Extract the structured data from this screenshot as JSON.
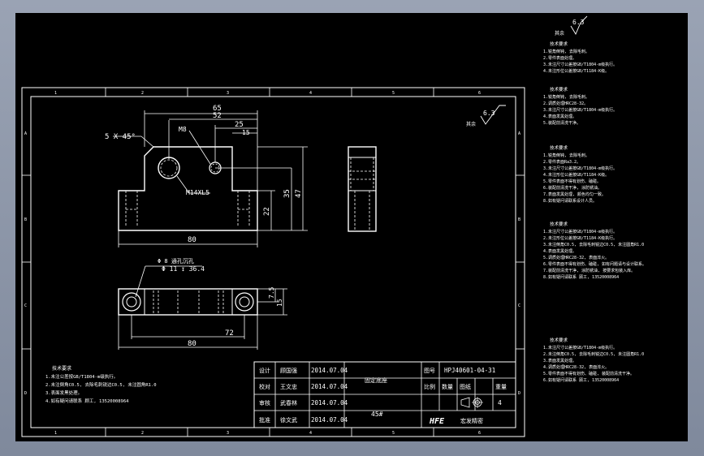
{
  "title_block": {
    "designer_role": "设计",
    "designer_name": "顾国强",
    "checker_role": "校对",
    "checker_name": "王文忠",
    "reviewer_role": "审核",
    "reviewer_name": "武春林",
    "approver_role": "批准",
    "approver_name": "徐文武",
    "date_1": "2014.07.04",
    "date_2": "2014.07.04",
    "date_3": "2014.07.04",
    "date_4": "2014.07.04",
    "part_name": "固定底座",
    "drawing_no_label": "图号",
    "drawing_no": "HPJ40601-04-31",
    "scale_label": "比例",
    "quantity_label": "数量",
    "sheet_label": "图纸",
    "weight_label": "重量",
    "quantity_value": "4",
    "material": "45#",
    "company_logo": "HFE",
    "company_name": "宏发精密"
  },
  "roughness": {
    "value_top": "6.3",
    "value_frame": "6.3",
    "label": "其余"
  },
  "dimensions": {
    "d65": "65",
    "d52": "52",
    "d25": "25",
    "d15": "15",
    "chamfer": "5 X 45°",
    "m8": "M8",
    "m14": "M14XL5",
    "d35": "35",
    "d47": "47",
    "d22": "22",
    "d80_front": "80",
    "hole_note_1": "Φ 8 通孔沉孔",
    "hole_note_2": "Φ 11 ↧ 36.4",
    "d7_5": "7.5",
    "d15_side": "15",
    "d72": "72",
    "d80_top": "80"
  },
  "grid": {
    "top_numbers": [
      "1",
      "2",
      "3",
      "4",
      "5",
      "6"
    ],
    "side_letters": [
      "A",
      "B",
      "C",
      "D"
    ]
  },
  "notes_frame": {
    "title": "技术要求",
    "lines": [
      "1.未注公差按GB/T1804-m级执行。",
      "2.未注倒角C0.5, 去除毛刺锐边C0.5, 未注圆角R1.0",
      "3.表面发黑处理。",
      "4.如有疑问请联系 顾工, 13520008964"
    ]
  },
  "notes_side": [
    {
      "title": "技术要求",
      "lines": [
        "1.锐角倒钝, 去除毛刺。",
        "2.零件表面处理。",
        "3.未注尺寸公差按GB/T1804-m级执行。",
        "4.未注形位公差按GB/T1184-K级。"
      ]
    },
    {
      "title": "技术要求",
      "lines": [
        "1.锐角倒钝, 去除毛刺。",
        "2.调质处理HRC28-32。",
        "3.未注尺寸公差按GB/T1804-m级执行。",
        "4.表面发黑处理。",
        "5.装配前清洗干净。"
      ]
    },
    {
      "title": "技术要求",
      "lines": [
        "1.锐角倒钝, 去除毛刺。",
        "2.零件表面Ra3.2。",
        "3.未注尺寸公差按GB/T1804-m级执行。",
        "4.未注形位公差按GB/T1184-K级。",
        "5.零件表面不得有划伤、磕碰。",
        "6.装配前清洗干净, 涂防锈油。",
        "7.表面发黑处理, 颜色均匀一致。",
        "8.如有疑问请联系设计人员。"
      ]
    },
    {
      "title": "技术要求",
      "lines": [
        "1.未注尺寸公差按GB/T1804-m级执行。",
        "2.未注形位公差按GB/T1184-K级执行。",
        "3.未注倒角C0.5, 去除毛刺锐边C0.5, 未注圆角R1.0",
        "4.表面发黑处理。",
        "5.调质处理HRC28-32, 表面淬火。",
        "6.零件表面不得有划伤、磕碰, 如有问题请与设计联系。",
        "7.装配前清洗干净, 涂防锈油, 按要求包装入库。",
        "8.如有疑问请联系 顾工, 13520008964"
      ]
    },
    {
      "title": "技术要求",
      "lines": [
        "1.未注尺寸公差按GB/T1804-m级执行。",
        "2.未注倒角C0.5, 去除毛刺锐边C0.5, 未注圆角R1.0",
        "3.表面发黑处理。",
        "4.调质处理HRC28-32, 表面淬火。",
        "5.零件表面不得有划伤、磕碰, 装配前清洗干净。",
        "6.如有疑问请联系 顾工, 13520008964"
      ]
    }
  ]
}
